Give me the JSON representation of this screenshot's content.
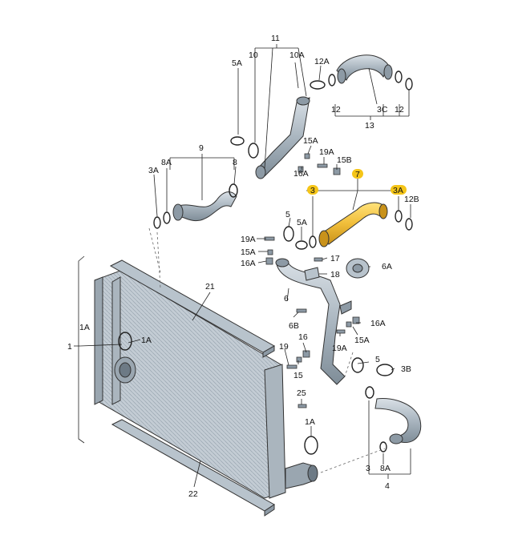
{
  "labels": {
    "l1": "1",
    "l1A_left": "1A",
    "l1A_clip": "1A",
    "l1A_lower": "1A",
    "l3": "3",
    "l3_low": "3",
    "l3A_left": "3A",
    "l3A_right": "3A",
    "l3B": "3B",
    "l3C": "3C",
    "l4": "4",
    "l5_top": "5",
    "l5_right": "5",
    "l5A_top": "5A",
    "l5A_mid": "5A",
    "l6": "6",
    "l6A": "6A",
    "l6B": "6B",
    "l7": "7",
    "l8": "8",
    "l8A_left": "8A",
    "l8A_low": "8A",
    "l9": "9",
    "l10": "10",
    "l10A": "10A",
    "l11": "11",
    "l12_a": "12",
    "l12_b": "12",
    "l12A": "12A",
    "l12B": "12B",
    "l13": "13",
    "l15": "15",
    "l15A_top": "15A",
    "l15A_left": "15A",
    "l15A_right": "15A",
    "l15B": "15B",
    "l16": "16",
    "l16A_top": "16A",
    "l16A_left": "16A",
    "l16A_right": "16A",
    "l17": "17",
    "l18": "18",
    "l19": "19",
    "l19A_top": "19A",
    "l19A_left": "19A",
    "l19A_right": "19A",
    "l21": "21",
    "l22": "22",
    "l25": "25"
  },
  "highlight_color": "#f5c518",
  "part_fill": "#b8c3cc",
  "part_fill_dark": "#8d9aa5"
}
